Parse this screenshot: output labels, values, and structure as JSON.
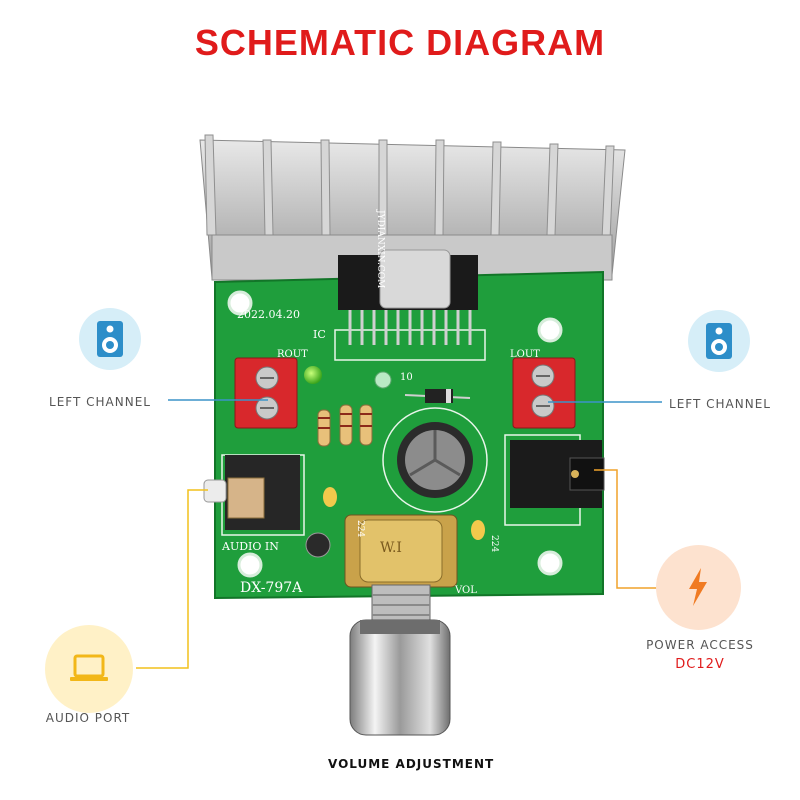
{
  "title": "SCHEMATIC DIAGRAM",
  "left_channel_label": "LEFT CHANNEL",
  "right_channel_label": "LEFT CHANNEL",
  "audio_port_label": "AUDIO PORT",
  "power_access_label": "POWER ACCESS",
  "power_voltage": "DC12V",
  "volume_label": "VOLUME ADJUSTMENT",
  "board": {
    "date": "2022.04.20",
    "ic_label": "IC",
    "rout": "ROUT",
    "lout": "LOUT",
    "audio_in": "AUDIO IN",
    "model": "DX-797A",
    "vol": "VOL",
    "url": "JYDIANXIN.COM",
    "cap_code_left": "224",
    "cap_code_right": "224",
    "cap_10": "10",
    "pot_text": "W.I"
  },
  "colors": {
    "title": "#e01b1b",
    "pcb": "#1f9e3c",
    "speaker_icon_bg": "#d6eef8",
    "speaker_icon": "#2d8ec9",
    "laptop_icon_bg": "#fff1c7",
    "laptop_icon": "#f2b718",
    "power_icon_bg": "#fde2cf",
    "power_icon": "#f07a22",
    "blue_line": "#3b94c8",
    "orange_line": "#f0a22a",
    "yellow_line": "#f2c11c"
  },
  "icons": {
    "left": "speaker-icon",
    "right": "speaker-icon",
    "audio": "laptop-icon",
    "power": "lightning-icon"
  }
}
